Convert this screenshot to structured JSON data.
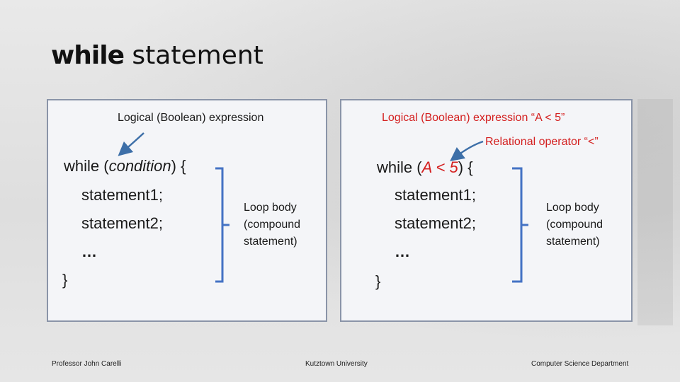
{
  "slide": {
    "title_keyword": "while",
    "title_rest": " statement"
  },
  "left": {
    "annotation": "Logical (Boolean) expression",
    "code_open_prefix": "while (",
    "code_open_cond": "condition",
    "code_open_suffix": ") {",
    "statements": [
      "statement1;",
      "statement2;",
      "…"
    ],
    "code_close": "}",
    "body_label_lines": [
      "Loop body",
      "(compound",
      "statement)"
    ]
  },
  "right": {
    "annotation": "Logical (Boolean) expression “A < 5”",
    "operator_annotation": "Relational operator “<”",
    "code_open_prefix": "while (",
    "code_open_cond": "A < 5",
    "code_open_suffix": ") {",
    "statements": [
      "statement1;",
      "statement2;",
      "…"
    ],
    "code_close": "}",
    "body_label_lines": [
      "Loop body",
      "(compound",
      "statement)"
    ]
  },
  "footer": {
    "left": "Professor John Carelli",
    "center": "Kutztown University",
    "right": "Computer Science Department"
  },
  "colors": {
    "arrow": "#3d6fa8",
    "brace": "#4472c4",
    "highlight": "#d42020"
  }
}
